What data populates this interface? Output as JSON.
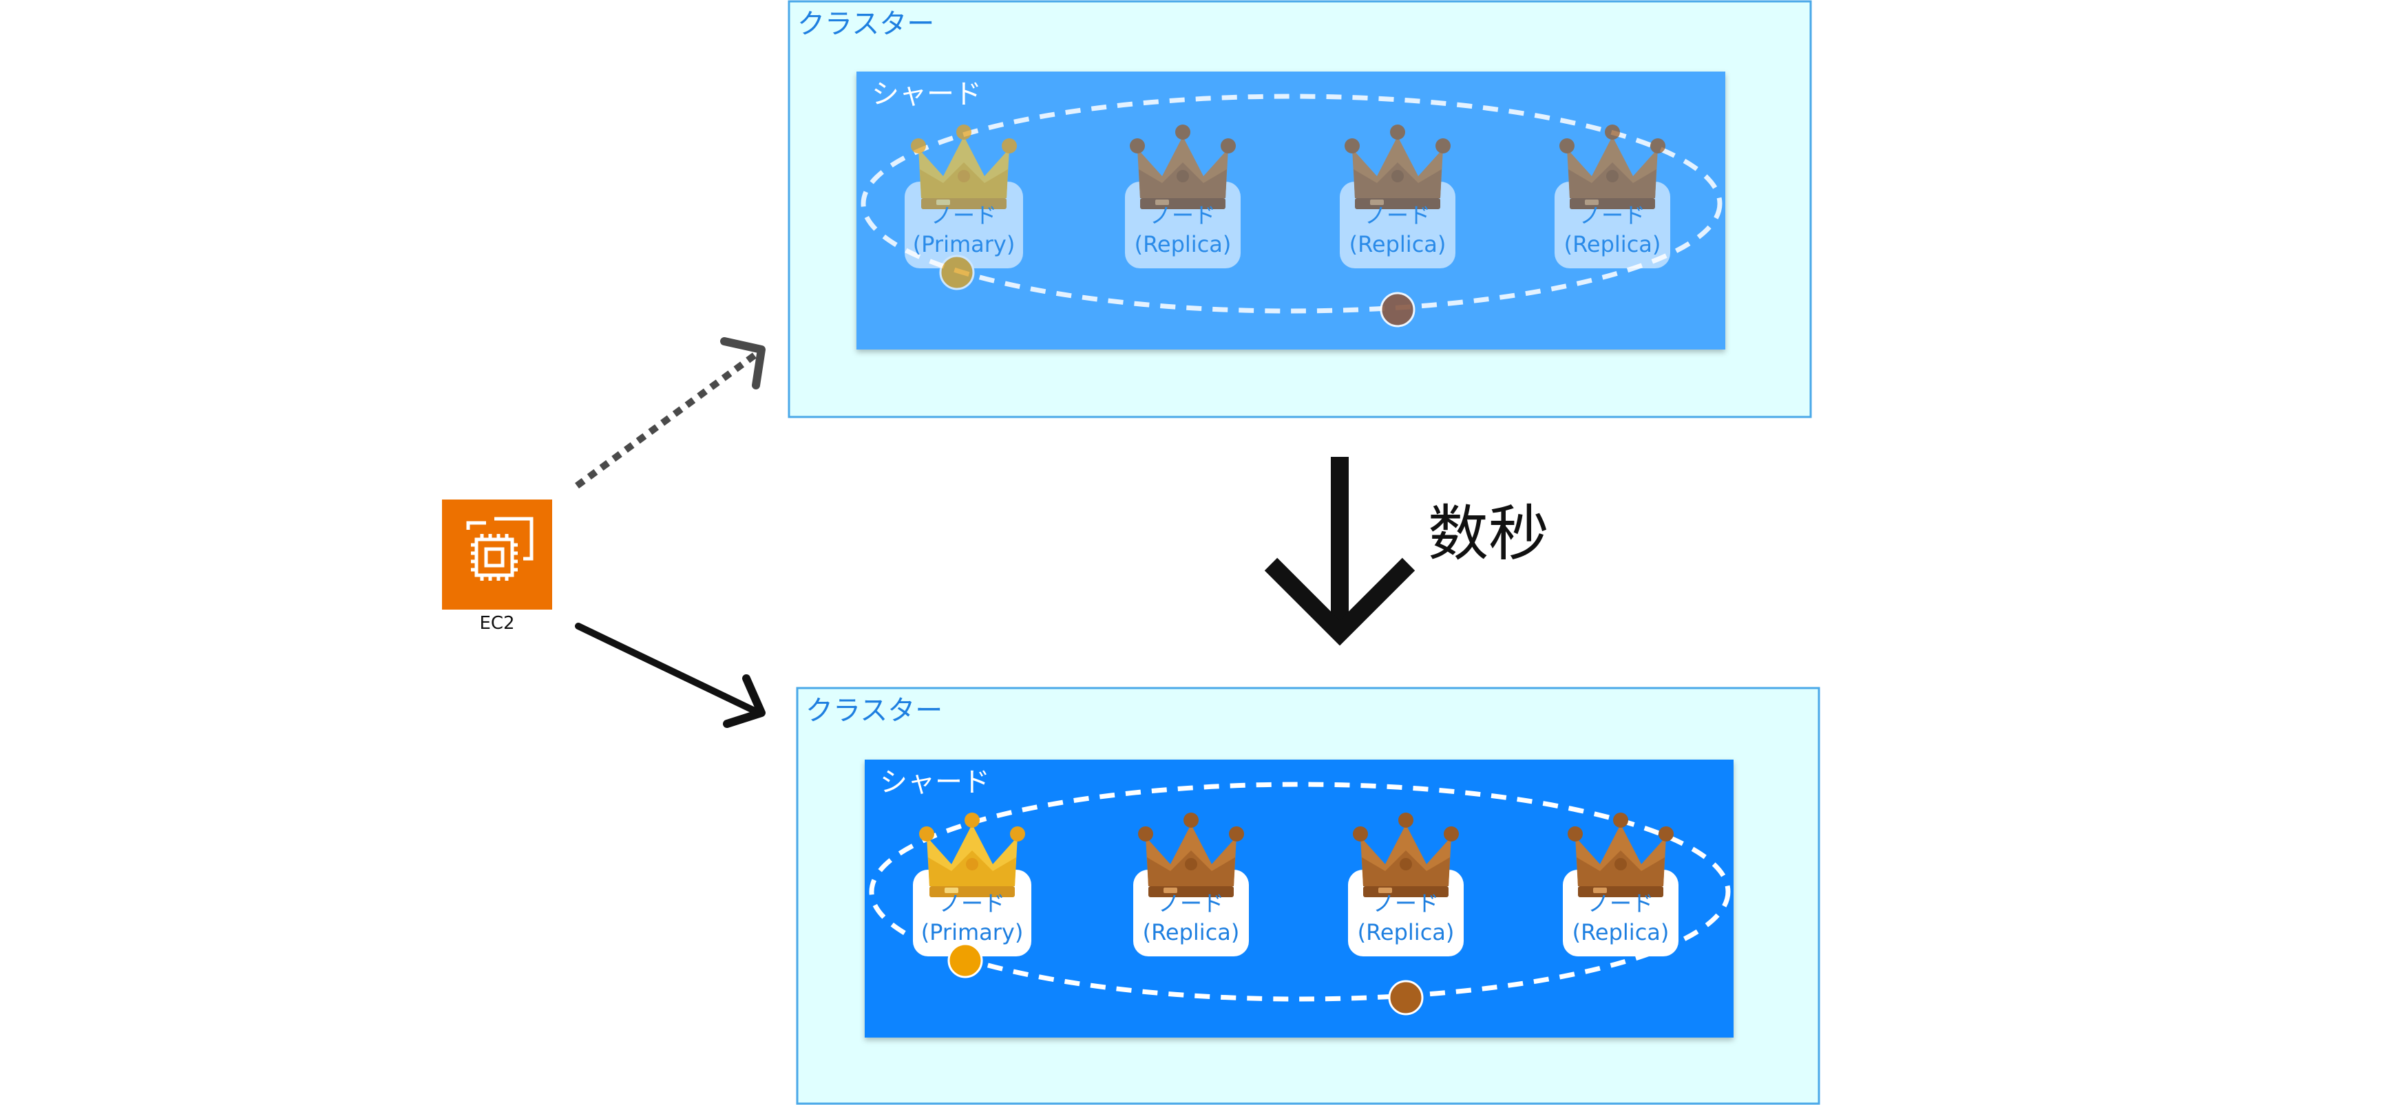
{
  "ec2": {
    "label": "EC2",
    "color": "#ED7100"
  },
  "transition": {
    "label": "数秒"
  },
  "clusters": [
    {
      "state": "before",
      "label": "クラスター",
      "shard": {
        "label": "シャード",
        "color": "#4AA8FF",
        "nodes": [
          {
            "line1": "ノード",
            "line2": "(Primary)",
            "role": "primary"
          },
          {
            "line1": "ノード",
            "line2": "(Replica)",
            "role": "replica"
          },
          {
            "line1": "ノード",
            "line2": "(Replica)",
            "role": "replica"
          },
          {
            "line1": "ノード",
            "line2": "(Replica)",
            "role": "replica"
          }
        ]
      },
      "connection": "dotted"
    },
    {
      "state": "after",
      "label": "クラスター",
      "shard": {
        "label": "シャード",
        "color": "#0A84FF",
        "nodes": [
          {
            "line1": "ノード",
            "line2": "(Primary)",
            "role": "primary"
          },
          {
            "line1": "ノード",
            "line2": "(Replica)",
            "role": "replica"
          },
          {
            "line1": "ノード",
            "line2": "(Replica)",
            "role": "replica"
          },
          {
            "line1": "ノード",
            "line2": "(Replica)",
            "role": "replica"
          }
        ]
      },
      "connection": "solid"
    }
  ],
  "colors": {
    "cluster_fill": "#E0FFFF",
    "cluster_border": "#4AA8E8",
    "cluster_text": "#1E7FE0",
    "node_text": "#1E7FE0",
    "primary_gold": "#F5B82E",
    "replica_bronze": "#B8702E"
  }
}
